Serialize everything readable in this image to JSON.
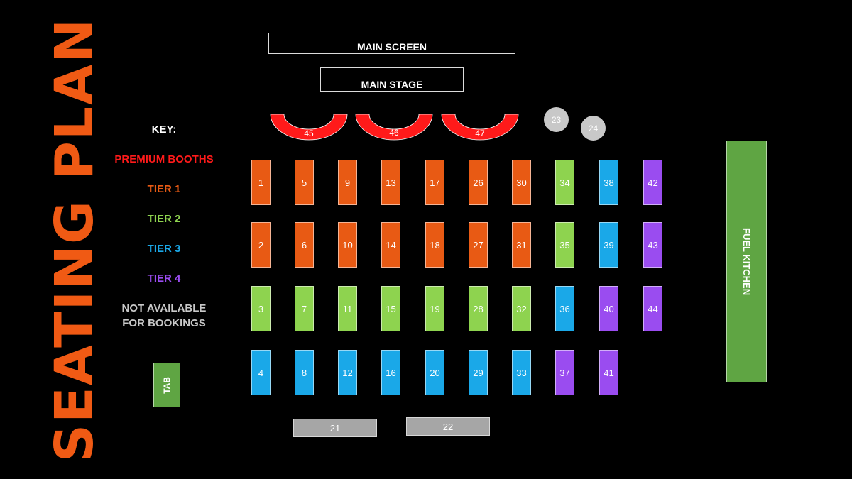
{
  "title": "SEATING PLAN",
  "main_screen": "MAIN SCREEN",
  "main_stage": "MAIN STAGE",
  "key": {
    "heading": "KEY:",
    "items": [
      {
        "label": "PREMIUM BOOTHS",
        "color": "#FF1A1A"
      },
      {
        "label": "TIER 1",
        "color": "#E85A14"
      },
      {
        "label": "TIER 2",
        "color": "#8ED34F"
      },
      {
        "label": "TIER 3",
        "color": "#1AA8E8"
      },
      {
        "label": "TIER 4",
        "color": "#9A4CF0"
      }
    ],
    "not_available_line1": "NOT AVAILABLE",
    "not_available_line2": "FOR BOOKINGS",
    "not_available_color": "#C8C8C8"
  },
  "tab": {
    "label": "TAB",
    "color": "#5FA543"
  },
  "kitchen": {
    "label": "FUEL KITCHEN",
    "color": "#5FA543"
  },
  "booths": [
    "45",
    "46",
    "47"
  ],
  "circles": [
    "23",
    "24"
  ],
  "bottom_tables": [
    "21",
    "22"
  ],
  "tier_colors": {
    "tier1": "#E85A14",
    "tier2": "#8ED34F",
    "tier3": "#1AA8E8",
    "tier4": "#9A4CF0",
    "na": "#A6A6A6"
  },
  "tables": [
    {
      "n": "1",
      "tier": "tier1"
    },
    {
      "n": "5",
      "tier": "tier1"
    },
    {
      "n": "9",
      "tier": "tier1"
    },
    {
      "n": "13",
      "tier": "tier1"
    },
    {
      "n": "17",
      "tier": "tier1"
    },
    {
      "n": "26",
      "tier": "tier1"
    },
    {
      "n": "30",
      "tier": "tier1"
    },
    {
      "n": "34",
      "tier": "tier2"
    },
    {
      "n": "38",
      "tier": "tier3"
    },
    {
      "n": "42",
      "tier": "tier4"
    },
    {
      "n": "2",
      "tier": "tier1"
    },
    {
      "n": "6",
      "tier": "tier1"
    },
    {
      "n": "10",
      "tier": "tier1"
    },
    {
      "n": "14",
      "tier": "tier1"
    },
    {
      "n": "18",
      "tier": "tier1"
    },
    {
      "n": "27",
      "tier": "tier1"
    },
    {
      "n": "31",
      "tier": "tier1"
    },
    {
      "n": "35",
      "tier": "tier2"
    },
    {
      "n": "39",
      "tier": "tier3"
    },
    {
      "n": "43",
      "tier": "tier4"
    },
    {
      "n": "3",
      "tier": "tier2"
    },
    {
      "n": "7",
      "tier": "tier2"
    },
    {
      "n": "11",
      "tier": "tier2"
    },
    {
      "n": "15",
      "tier": "tier2"
    },
    {
      "n": "19",
      "tier": "tier2"
    },
    {
      "n": "28",
      "tier": "tier2"
    },
    {
      "n": "32",
      "tier": "tier2"
    },
    {
      "n": "36",
      "tier": "tier3"
    },
    {
      "n": "40",
      "tier": "tier4"
    },
    {
      "n": "44",
      "tier": "tier4"
    },
    {
      "n": "4",
      "tier": "tier3"
    },
    {
      "n": "8",
      "tier": "tier3"
    },
    {
      "n": "12",
      "tier": "tier3"
    },
    {
      "n": "16",
      "tier": "tier3"
    },
    {
      "n": "20",
      "tier": "tier3"
    },
    {
      "n": "29",
      "tier": "tier3"
    },
    {
      "n": "33",
      "tier": "tier3"
    },
    {
      "n": "37",
      "tier": "tier4"
    },
    {
      "n": "41",
      "tier": "tier4"
    }
  ]
}
